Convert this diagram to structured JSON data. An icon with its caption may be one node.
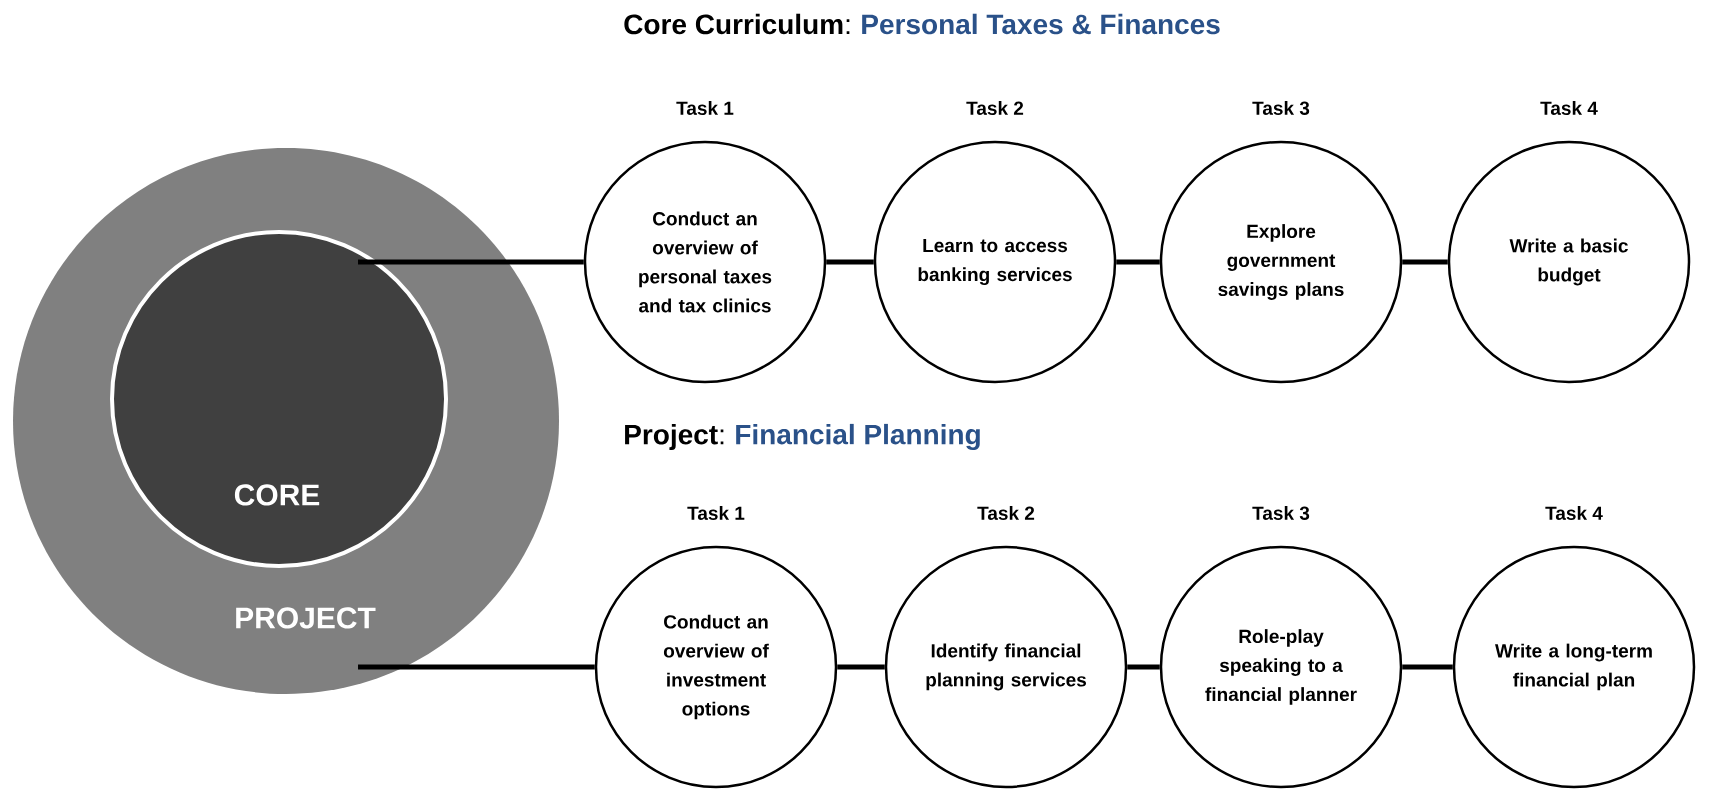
{
  "diagram": {
    "nodes": [
      {
        "text": [
          "PROJECT"
        ]
      },
      {
        "text": [
          "CORE"
        ],
        "in": 0
      },
      {
        "text": [
          "Task 1",
          "Conduct an overview of personal taxes and tax clinics"
        ]
      },
      {
        "text": [
          "Task 2",
          "Learn to access banking services"
        ]
      },
      {
        "text": [
          "Task 3",
          "Explore government savings plans"
        ]
      },
      {
        "text": [
          "Task 4",
          "Write a basic budget"
        ]
      },
      {
        "text": [
          "Task 1",
          "Conduct an overview of investment options"
        ]
      },
      {
        "text": [
          "Task 2",
          "Identify financial planning services"
        ]
      },
      {
        "text": [
          "Task 3",
          "Role-play speaking to a financial planner"
        ]
      },
      {
        "text": [
          "Task 4",
          "Write a long-term financial plan"
        ]
      }
    ],
    "edges": [
      {
        "from": 1,
        "to": 2,
        "arrow": "none"
      },
      {
        "from": 2,
        "to": 3,
        "arrow": "none"
      },
      {
        "from": 3,
        "to": 4,
        "arrow": "none"
      },
      {
        "from": 4,
        "to": 5,
        "arrow": "none"
      },
      {
        "from": 0,
        "to": 6,
        "arrow": "none"
      },
      {
        "from": 6,
        "to": 7,
        "arrow": "none"
      },
      {
        "from": 7,
        "to": 8,
        "arrow": "none"
      },
      {
        "from": 8,
        "to": 9,
        "arrow": "none"
      }
    ],
    "labels": [
      "**Core Curriculum**:",
      "Personal Taxes & Finances",
      "**Project**:",
      "Financial Planning"
    ]
  }
}
